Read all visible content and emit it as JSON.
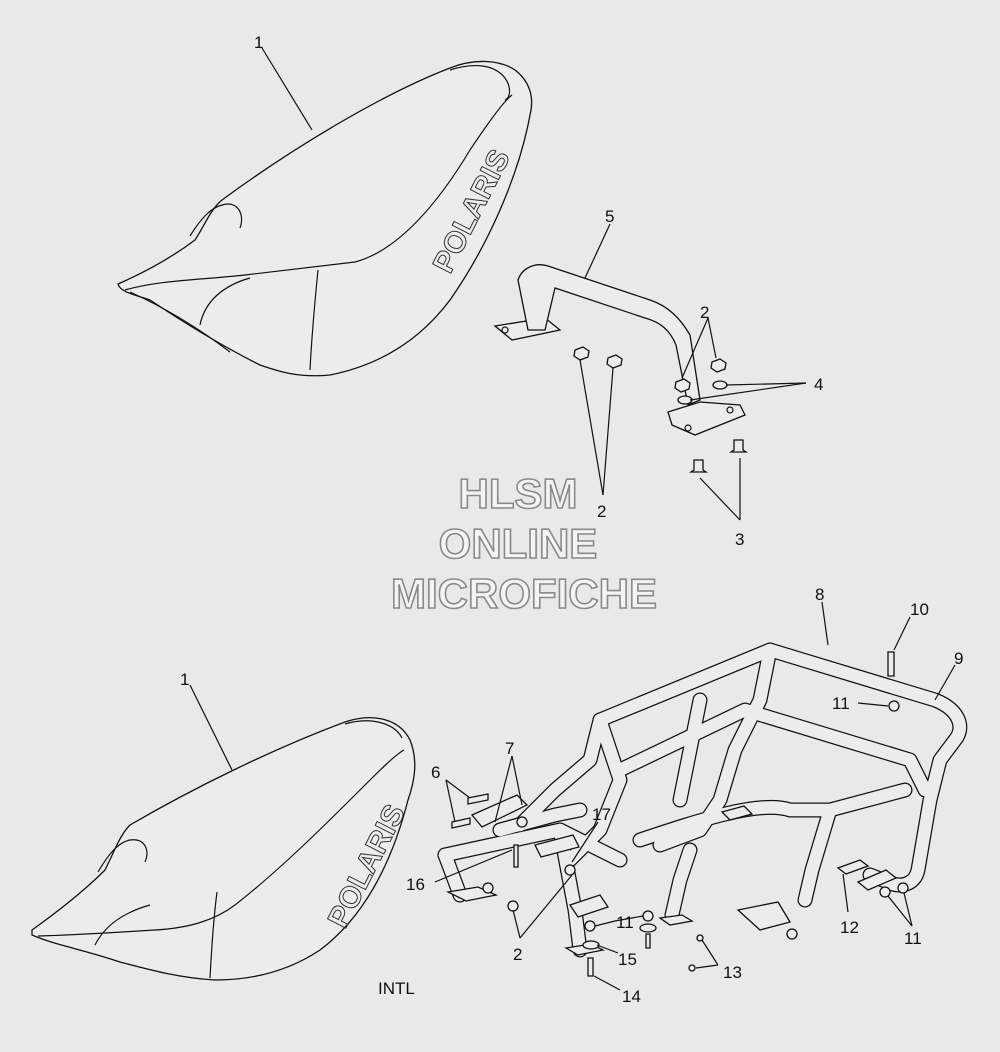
{
  "diagram": {
    "logo_text": "POLARIS",
    "variant_label": "INTL",
    "watermark": [
      "HLSM",
      "ONLINE",
      "MICROFICHE"
    ],
    "callouts": {
      "seat_top": "1",
      "seat_bottom": "1",
      "grab_bar": "5",
      "nut_top_right": "2",
      "nut_top_left": "2",
      "washer": "4",
      "bolt_top": "3",
      "rack_main": "8",
      "rack_side": "9",
      "bolt_10": "10",
      "nut_11_top": "11",
      "bolt_6": "6",
      "bracket_7": "7",
      "bracket_17": "17",
      "bolt_16": "16",
      "nut_bottom": "2",
      "nut_11_mid": "11",
      "washer_15": "15",
      "bolt_14": "14",
      "screw_13": "13",
      "bracket_12": "12",
      "nut_11_right": "11"
    }
  }
}
